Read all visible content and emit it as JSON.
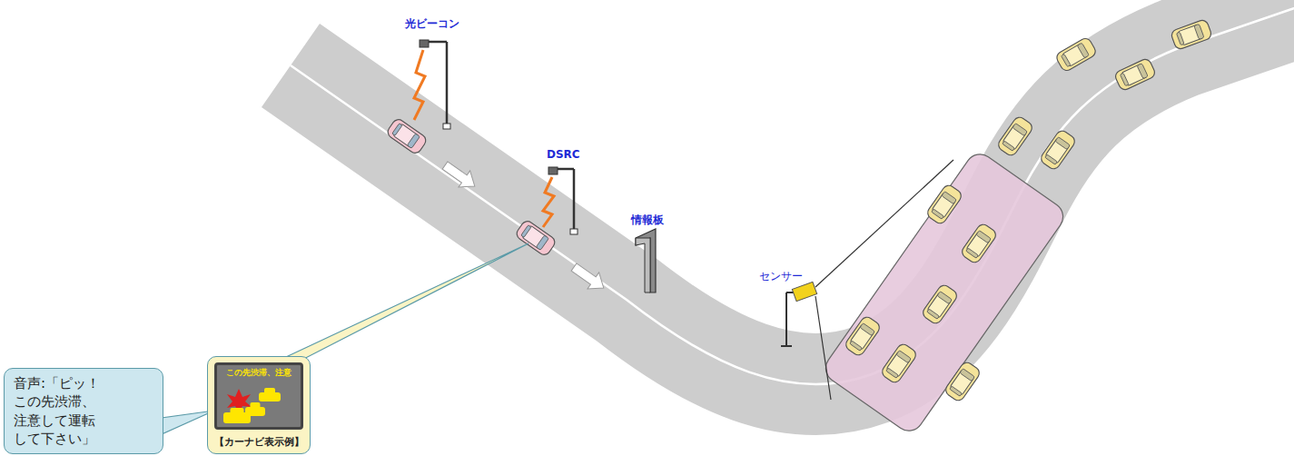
{
  "diagram": {
    "nodes": [
      {
        "text": [
          "音声:「ピッ！ この先渋滞、 注意して運転 して下さい」"
        ]
      },
      {
        "text": [
          "【カーナビ表示例】"
        ]
      },
      {
        "text": [
          "この先渋滞、注意"
        ],
        "in": 1
      }
    ],
    "labels": [
      "光ビーコン",
      "DSRC",
      "情報板",
      "センサー"
    ]
  }
}
